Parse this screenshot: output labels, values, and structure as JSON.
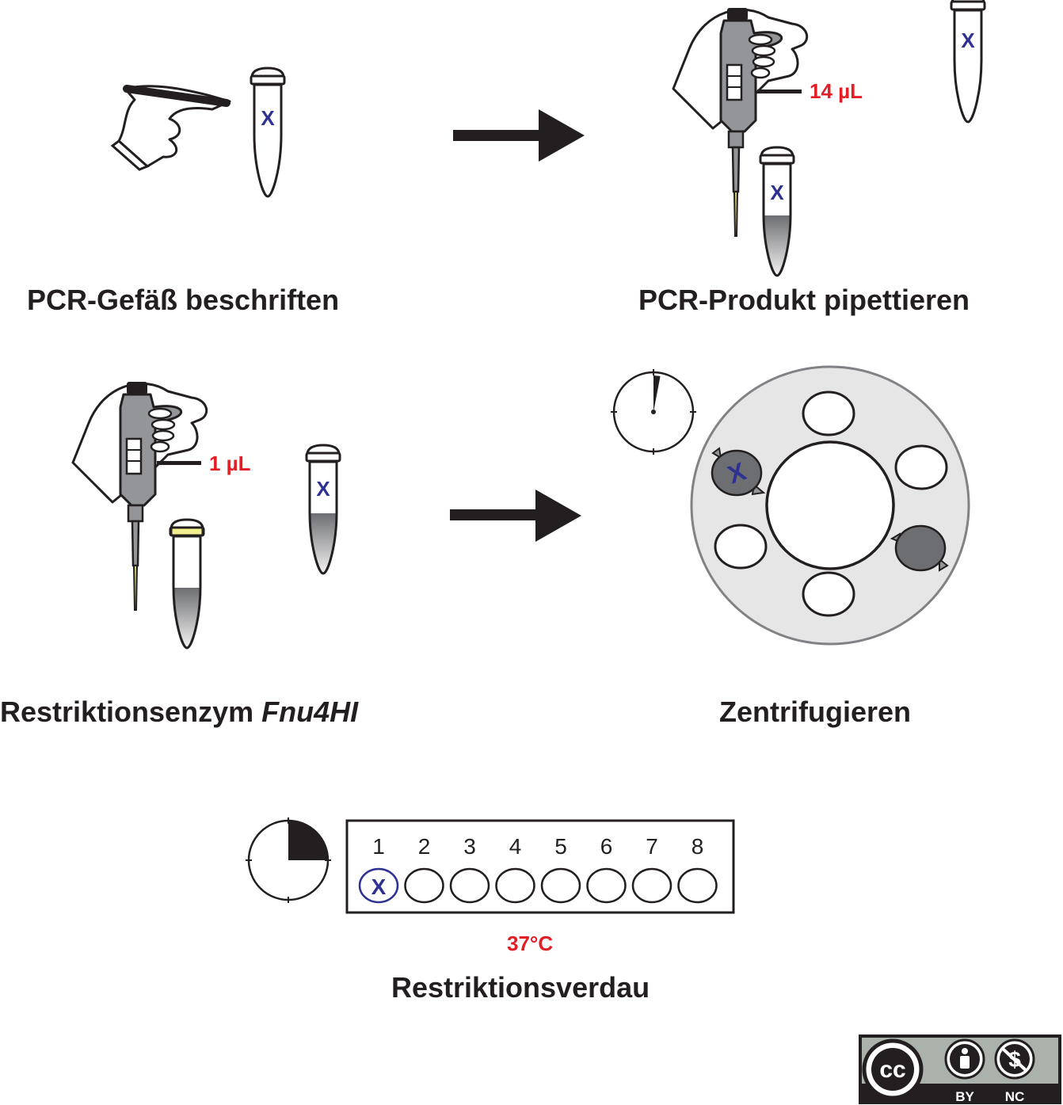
{
  "steps": {
    "label_tube": "PCR-Gefäß beschriften",
    "pipette_product": "PCR-Produkt pipettieren",
    "enzyme_prefix": "Restriktionsenzym ",
    "enzyme_name": "Fnu4HI",
    "centrifuge": "Zentrifugieren",
    "digest": "Restriktionsverdau"
  },
  "volumes": {
    "product": "14 µL",
    "enzyme": "1 µL"
  },
  "tube_mark": "X",
  "incubator": {
    "temperature": "37°C",
    "slots": [
      "1",
      "2",
      "3",
      "4",
      "5",
      "6",
      "7",
      "8"
    ],
    "loaded_slot_index": 0
  },
  "timers": {
    "centrifuge_fraction": 0.03,
    "digest_fraction": 0.25
  },
  "license": {
    "cc": "cc",
    "by": "BY",
    "nc": "NC",
    "dollar": "$"
  },
  "colors": {
    "accent_red": "#e31e24",
    "mark_blue": "#2e3192",
    "ink": "#231f20",
    "rotor": "#e6e6e6"
  }
}
